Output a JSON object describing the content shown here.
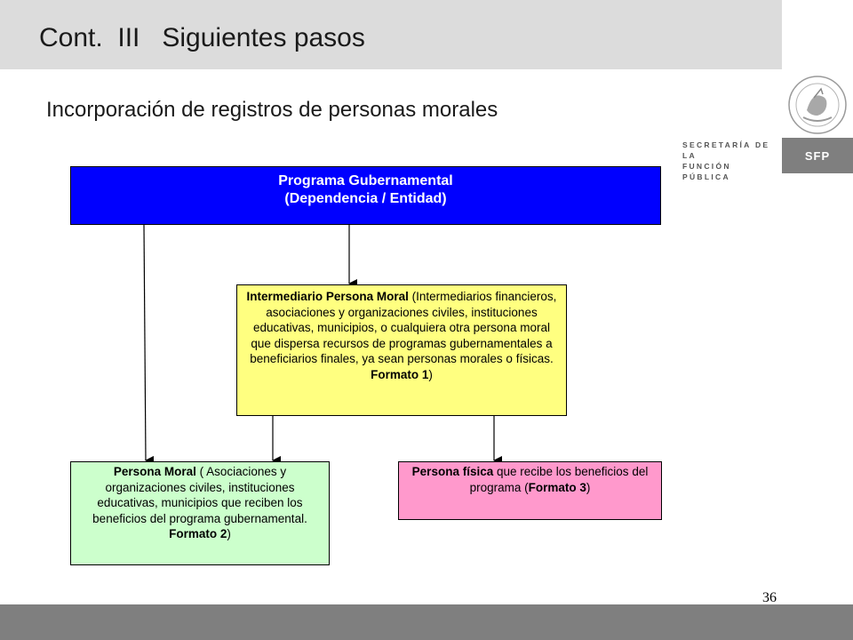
{
  "header": {
    "title": "Cont.  III   Siguientes pasos",
    "subtitle": "Incorporación de registros de personas morales"
  },
  "branding": {
    "agency_line1": "SECRETARÍA DE LA",
    "agency_line2": "FUNCIÓN PÚBLICA",
    "logo_text": "SFP",
    "seal_icon": "mexican-seal-icon"
  },
  "diagram": {
    "government_program": {
      "line1": "Programa Gubernamental",
      "line2": "(Dependencia / Entidad)",
      "color": "#0000ff"
    },
    "intermediary": {
      "bold_lead": "Intermediario Persona Moral",
      "body": " (Intermediarios financieros, asociaciones y organizaciones civiles, instituciones educativas,  municipios, o cualquiera otra persona moral  que dispersa recursos de programas gubernamentales a beneficiarios finales, ya sean personas morales o físicas. ",
      "format_label": "Formato 1",
      "close": ")",
      "color": "#ffff80"
    },
    "moral_person": {
      "bold_lead": "Persona Moral",
      "body": " ( Asociaciones  y organizaciones civiles, instituciones educativas, municipios que reciben los beneficios del programa gubernamental. ",
      "format_label": "Formato 2",
      "close": ")",
      "color": "#ccffcc"
    },
    "physical_person": {
      "bold_lead": "Persona física",
      "body": " que recibe los beneficios del programa (",
      "format_label": "Formato 3",
      "close": ")",
      "color": "#ff99cc"
    }
  },
  "footer": {
    "page_number": "36"
  }
}
